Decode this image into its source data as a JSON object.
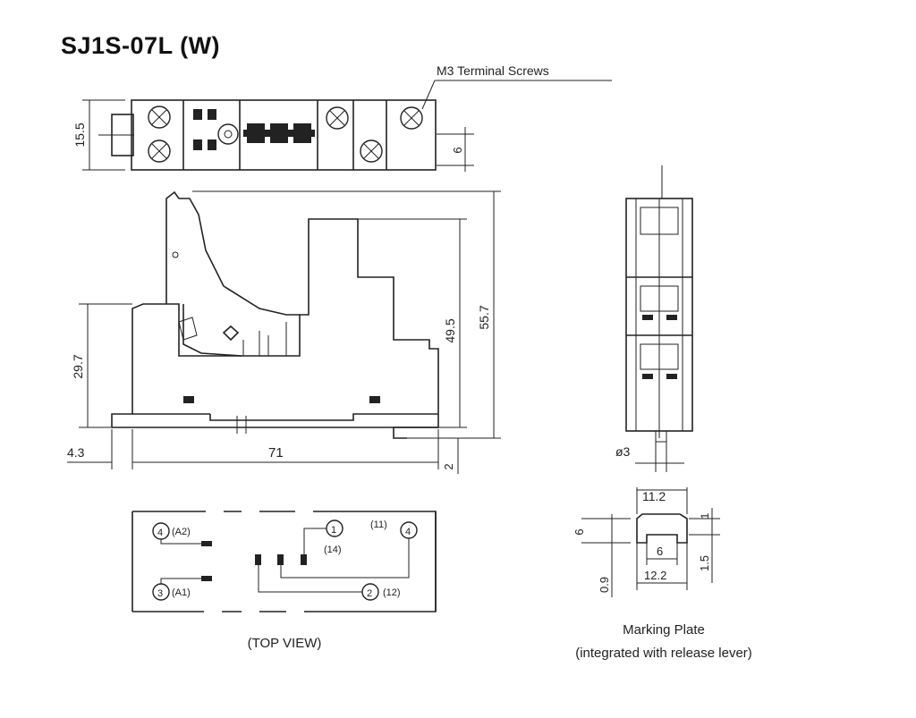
{
  "title": "SJ1S-07L (W)",
  "callout": "M3 Terminal Screws",
  "dimensions": {
    "top_height": "15.5",
    "top_small": "6",
    "left_height": "29.7",
    "inner_height": "49.5",
    "overall_height": "55.7",
    "left_offset": "4.3",
    "width": "71",
    "bottom_offset": "2",
    "pin_dia": "ø3",
    "plate_width": "11.2",
    "plate_height": "6",
    "plate_inner": "6",
    "plate_base": "12.2",
    "plate_thk": "0.9",
    "plate_side": "1.5",
    "plate_gap": "1"
  },
  "terminals": {
    "a2": "(A2)",
    "a1": "(A1)",
    "t14": "(14)",
    "t11": "(11)",
    "t12": "(12)",
    "n1": "1",
    "n2": "2",
    "n3": "3",
    "n4": "4"
  },
  "captions": {
    "top_view": "(TOP VIEW)",
    "marking_plate": "Marking Plate",
    "marking_plate_note": "(integrated with release lever)"
  }
}
